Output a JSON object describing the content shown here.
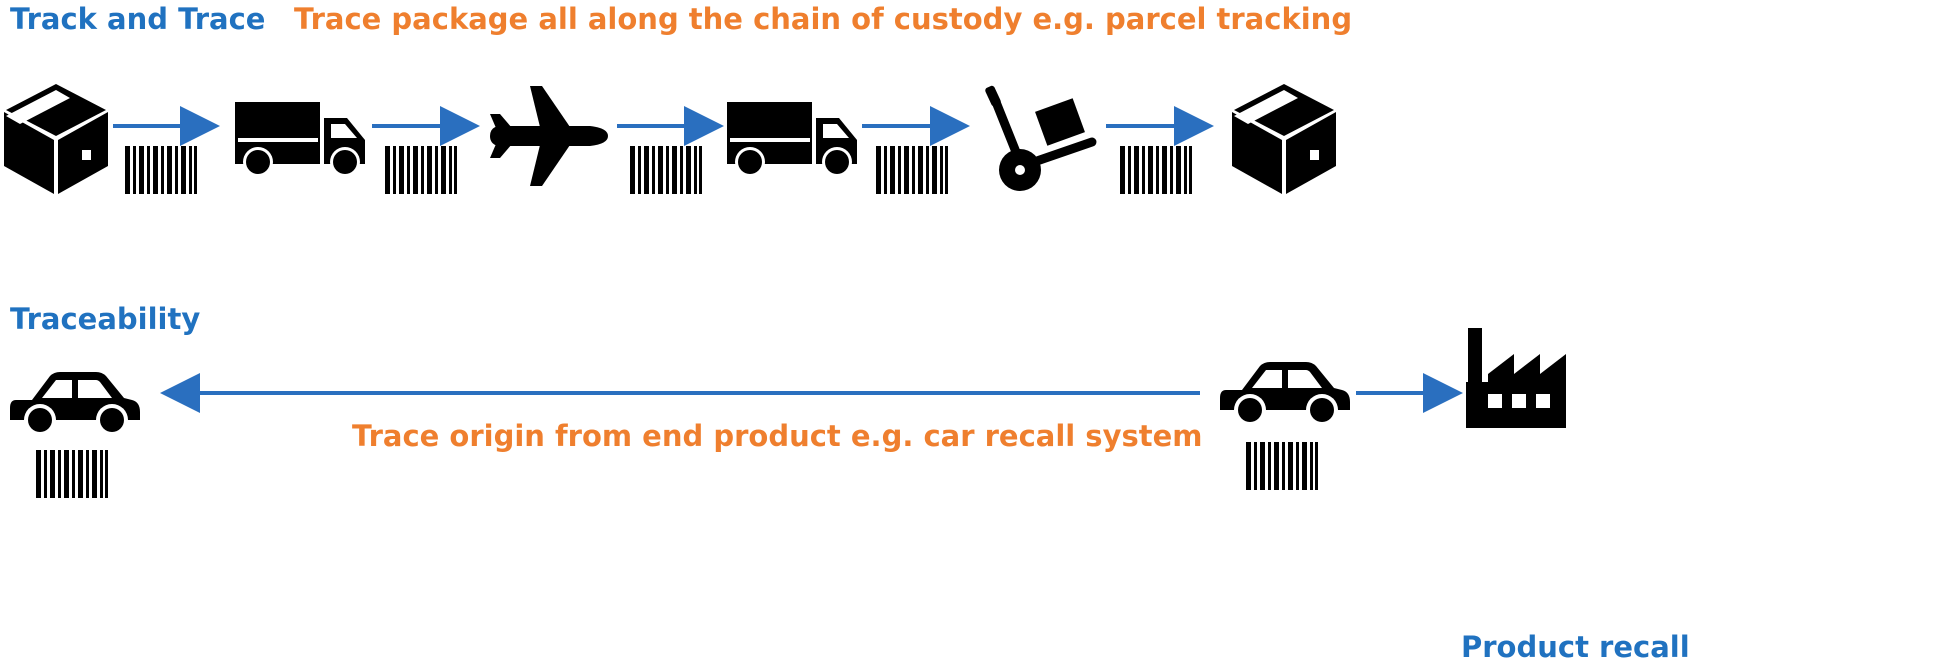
{
  "track": {
    "heading": "Track and Trace",
    "description": "Trace package all along the chain of custody e.g. parcel tracking",
    "steps": [
      "package-icon",
      "truck-icon",
      "airplane-icon",
      "truck-icon",
      "hand-truck-icon",
      "package-icon"
    ]
  },
  "traceability": {
    "heading": "Traceability",
    "description": "Trace origin from end product e.g. car recall system",
    "recall_label": "Product recall",
    "nodes": [
      "car-icon",
      "car-icon",
      "factory-icon"
    ]
  },
  "colors": {
    "heading_blue": "#2072C0",
    "description_orange": "#EF7F2E",
    "arrow_blue": "#2A6FBF",
    "icon": "#000000"
  }
}
